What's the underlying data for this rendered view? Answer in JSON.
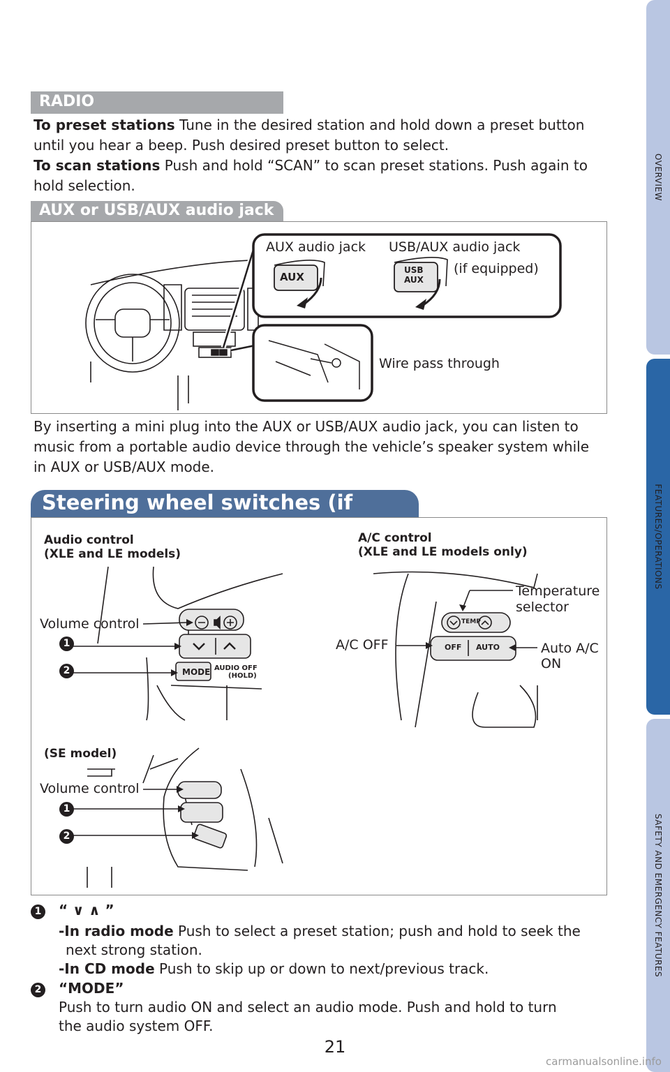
{
  "radio": {
    "heading": "RADIO",
    "preset_label": "To preset stations",
    "preset_text": " Tune in the desired station and hold down a preset button until you hear a beep. Push desired preset button to select.",
    "scan_label": "To scan stations",
    "scan_text": " Push and hold “SCAN” to scan preset stations. Push again to hold selection."
  },
  "aux": {
    "heading": "AUX or USB/AUX audio jack",
    "aux_jack_label": "AUX audio jack",
    "usb_jack_label": "USB/AUX audio jack",
    "if_equipped": "(if equipped)",
    "wire_label": "Wire pass through",
    "aux_button_text": "AUX",
    "usb_button_text_1": "USB",
    "usb_button_text_2": "AUX",
    "body": "By inserting a mini plug into the AUX or USB/AUX audio jack, you can listen to music from a portable audio device through the vehicle’s speaker system while in AUX or USB/AUX mode."
  },
  "steering": {
    "heading": "Steering wheel switches (if equipped)",
    "audio_control_title_1": "Audio control",
    "audio_control_title_2": "(XLE and LE models)",
    "ac_control_title_1": "A/C control",
    "ac_control_title_2": "(XLE and LE models only)",
    "volume_control": "Volume control",
    "temp_selector_1": "Temperature",
    "temp_selector_2": "selector",
    "ac_off": "A/C OFF",
    "auto_ac_1": "Auto A/C",
    "auto_ac_2": "ON",
    "se_model": "(SE model)",
    "mode_text": "MODE",
    "audio_off_1": "AUDIO OFF",
    "audio_off_2": "(HOLD)",
    "temp_text": "TEMP",
    "off_text": "OFF",
    "auto_text": "AUTO"
  },
  "notes": {
    "n1": "1",
    "n2": "2",
    "item1_title": "“ ∨ ∧ ”",
    "radio_label": "-In radio mode",
    "radio_text": " Push to select a preset station; push and hold to seek the",
    "radio_text_2": "next strong station.",
    "cd_label": "-In CD mode",
    "cd_text": " Push to skip up or down to next/previous track.",
    "item2_title": "“MODE”",
    "item2_text_1": "Push to turn audio ON and select an audio mode. Push and hold to turn",
    "item2_text_2": "the audio system OFF."
  },
  "sidebar": {
    "tab1": "OVERVIEW",
    "tab2": "FEATURES/OPERATIONS",
    "tab3": "SAFETY AND EMERGENCY FEATURES"
  },
  "page_number": "21",
  "watermark": "carmanualsonline.info",
  "colors": {
    "tab_light": "#b9c6e2",
    "tab_active": "#2a66a6",
    "banner_gray": "#a6a8ab",
    "banner_blue": "#4f6f9a"
  }
}
